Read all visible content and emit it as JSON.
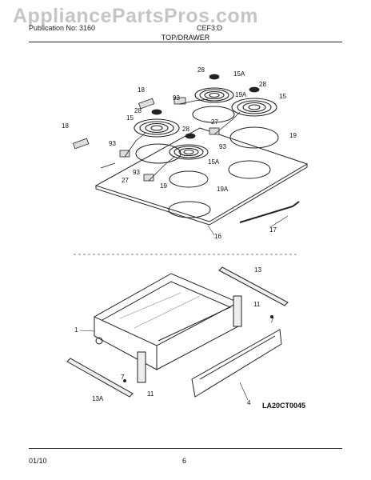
{
  "header": {
    "left_text": "Publication No: 3160",
    "right_text": "CEF3:D",
    "title": "TOP/DRAWER"
  },
  "watermark": "AppliancePartsPros.com",
  "labels": {
    "l28a": "28",
    "l15Aa": "15A",
    "l28b": "28",
    "l18a": "18",
    "l93a": "93",
    "l28c": "28",
    "l19Aa": "19A",
    "l15a": "15",
    "l15b": "15",
    "l27a": "27",
    "l28d": "28",
    "l19a": "19",
    "l18b": "18",
    "l93b": "93",
    "l93c": "93",
    "l15Ab": "15A",
    "l27b": "27",
    "l93d": "93",
    "l19b": "19",
    "l19Ab": "19A",
    "l16": "16",
    "l17": "17",
    "l13": "13",
    "l11a": "11",
    "l7a": "7",
    "l1": "1",
    "l7b": "7",
    "l11b": "11",
    "l13A": "13A",
    "l4": "4"
  },
  "diagram_code": "LA20CT0045",
  "footer": {
    "date": "01/10",
    "page": "6"
  }
}
